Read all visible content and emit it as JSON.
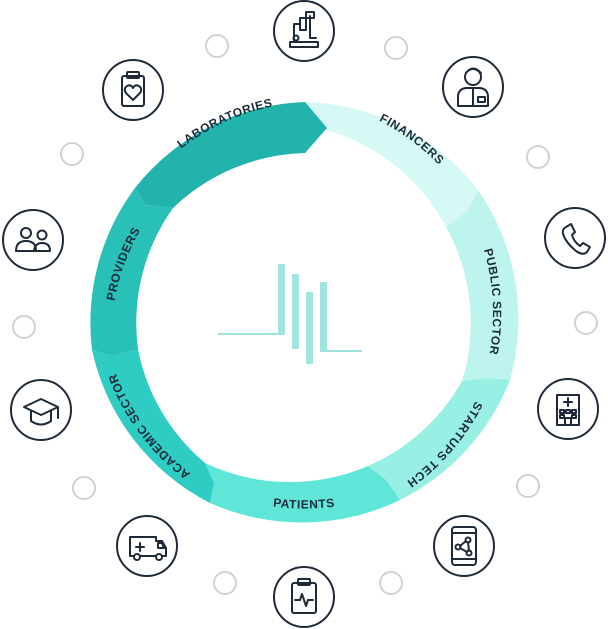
{
  "segments": [
    {
      "id": "laboratories",
      "label": "LABORATORIES",
      "color": "#22b3ad"
    },
    {
      "id": "financers",
      "label": "FINANCERS",
      "color": "#d6f9f5"
    },
    {
      "id": "public-sector",
      "label": "PUBLIC SECTOR",
      "color": "#bdf5ee"
    },
    {
      "id": "startups-tech",
      "label": "STARTUPS TECH",
      "color": "#98efe4"
    },
    {
      "id": "patients",
      "label": "PATIENTS",
      "color": "#5fe6d9"
    },
    {
      "id": "academic-sector",
      "label": "ACADEMIC SECTOR",
      "color": "#2fccc3"
    },
    {
      "id": "providers",
      "label": "PROVIDERS",
      "color": "#29c0b8"
    }
  ],
  "icons": [
    {
      "id": "lab-microscope",
      "icon": "microscope-icon"
    },
    {
      "id": "doctor",
      "icon": "doctor-icon"
    },
    {
      "id": "phone",
      "icon": "phone-icon"
    },
    {
      "id": "hospital",
      "icon": "hospital-icon"
    },
    {
      "id": "smartphone",
      "icon": "smartphone-network-icon"
    },
    {
      "id": "clipboard-pulse",
      "icon": "clipboard-pulse-icon"
    },
    {
      "id": "ambulance",
      "icon": "ambulance-icon"
    },
    {
      "id": "graduation-cap",
      "icon": "graduation-cap-icon"
    },
    {
      "id": "people",
      "icon": "people-icon"
    },
    {
      "id": "clipboard-heart",
      "icon": "clipboard-heart-icon"
    }
  ],
  "colors": {
    "icon_stroke": "#1e2a38",
    "dot_stroke": "#cfd3d7",
    "logo": "#9fe4e0"
  },
  "center_logo": {
    "icon": "bars-logo-icon"
  }
}
